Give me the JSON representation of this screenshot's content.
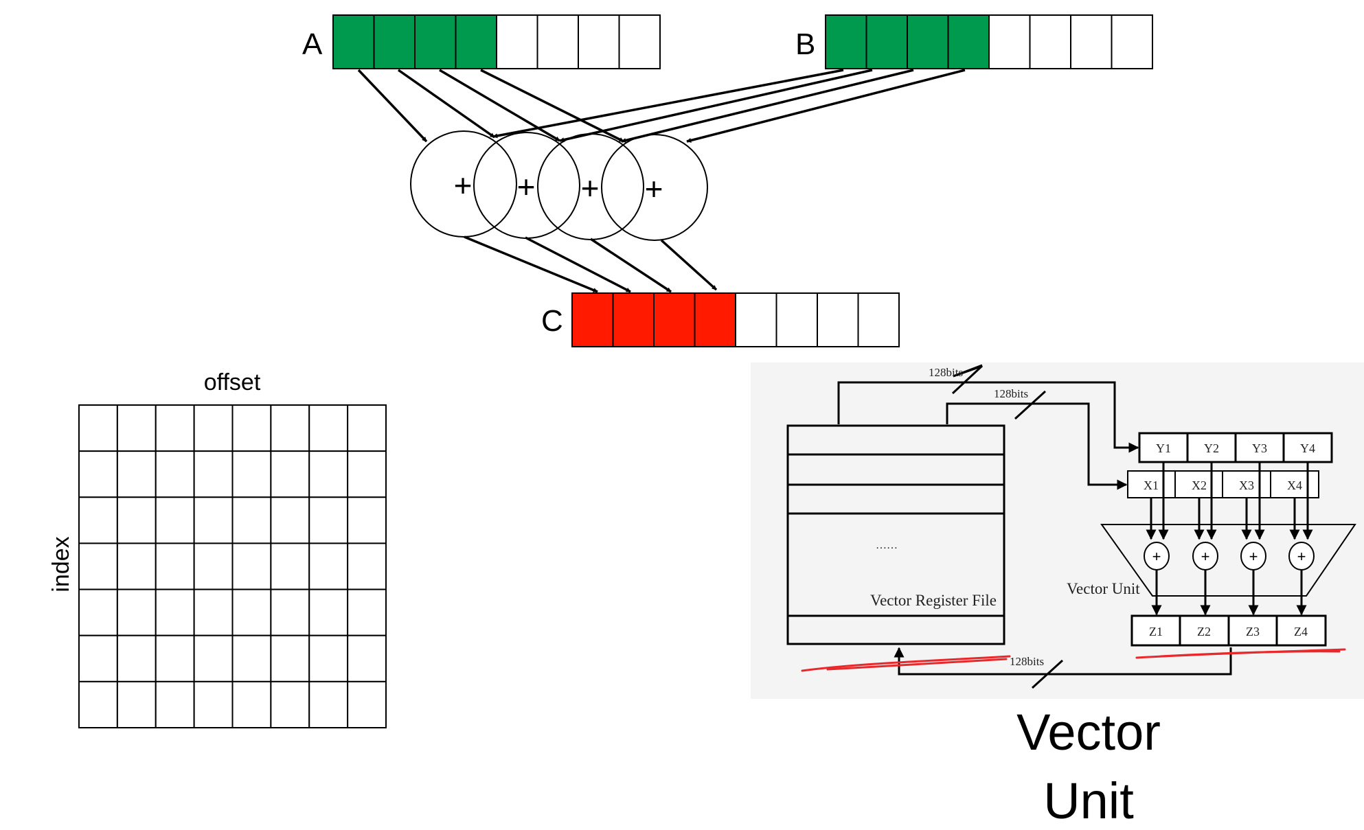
{
  "vector_add": {
    "label_a": "A",
    "label_b": "B",
    "label_c": "C",
    "plus": "+",
    "cells_per_vector": 8,
    "filled_cells": 4,
    "colors": {
      "input_fill": "#009a4e",
      "output_fill": "#ff1a00",
      "stroke": "#000000"
    }
  },
  "grid": {
    "col_label": "offset",
    "row_label": "index",
    "columns": 8,
    "rows": 7
  },
  "vector_unit": {
    "bus_width_top": "128bits",
    "bus_width_mid": "128bits",
    "bus_width_bottom": "128bits",
    "y_regs": [
      "Y1",
      "Y2",
      "Y3",
      "Y4"
    ],
    "x_regs": [
      "X1",
      "X2",
      "X3",
      "X4"
    ],
    "z_regs": [
      "Z1",
      "Z2",
      "Z3",
      "Z4"
    ],
    "plus": "+",
    "ellipsis": "……",
    "register_file_label": "Vector Register File",
    "unit_label": "Vector Unit",
    "background": "#f4f4f4",
    "annotation_color": "#e8282a"
  },
  "caption": {
    "line1": "Vector",
    "line2": "Unit"
  }
}
